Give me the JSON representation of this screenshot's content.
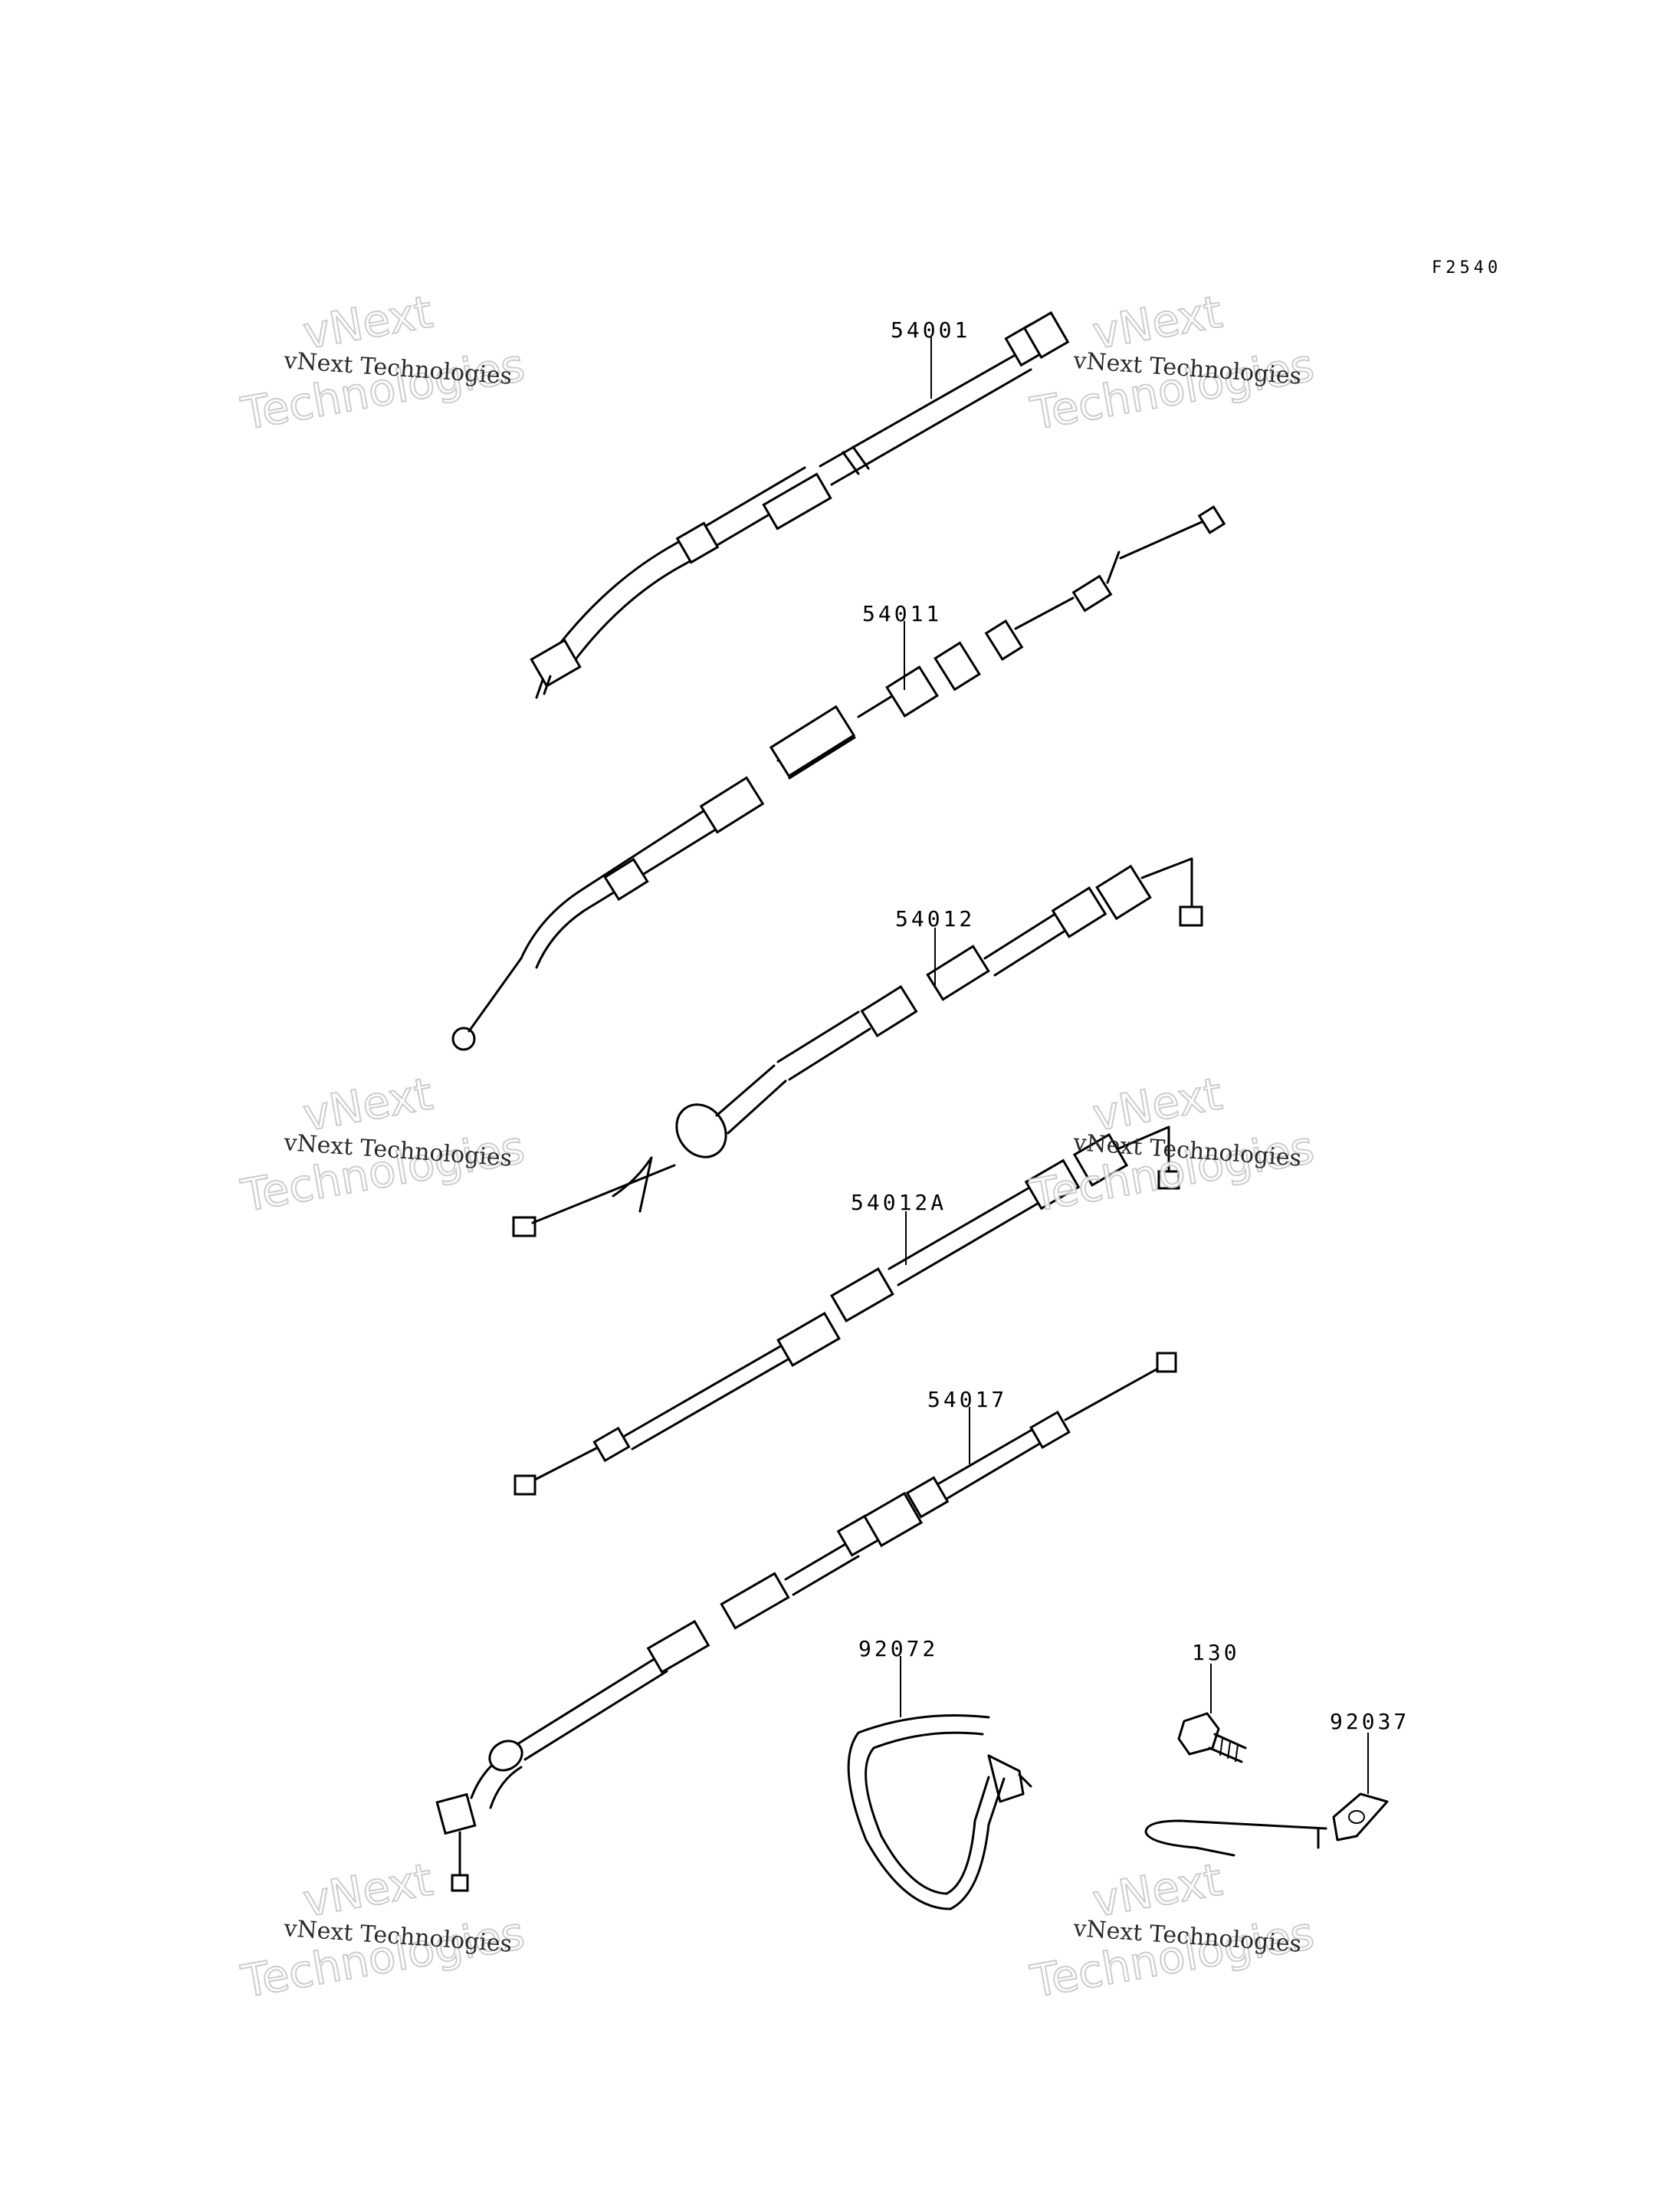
{
  "figure_code": "F2540",
  "parts": [
    {
      "number": "54001"
    },
    {
      "number": "54011"
    },
    {
      "number": "54012"
    },
    {
      "number": "54012A"
    },
    {
      "number": "54017"
    },
    {
      "number": "92072"
    },
    {
      "number": "130"
    },
    {
      "number": "92037"
    }
  ],
  "watermark": {
    "small": "vNext Technologies",
    "big_top": "vNext",
    "big_bottom": "Technologies"
  }
}
